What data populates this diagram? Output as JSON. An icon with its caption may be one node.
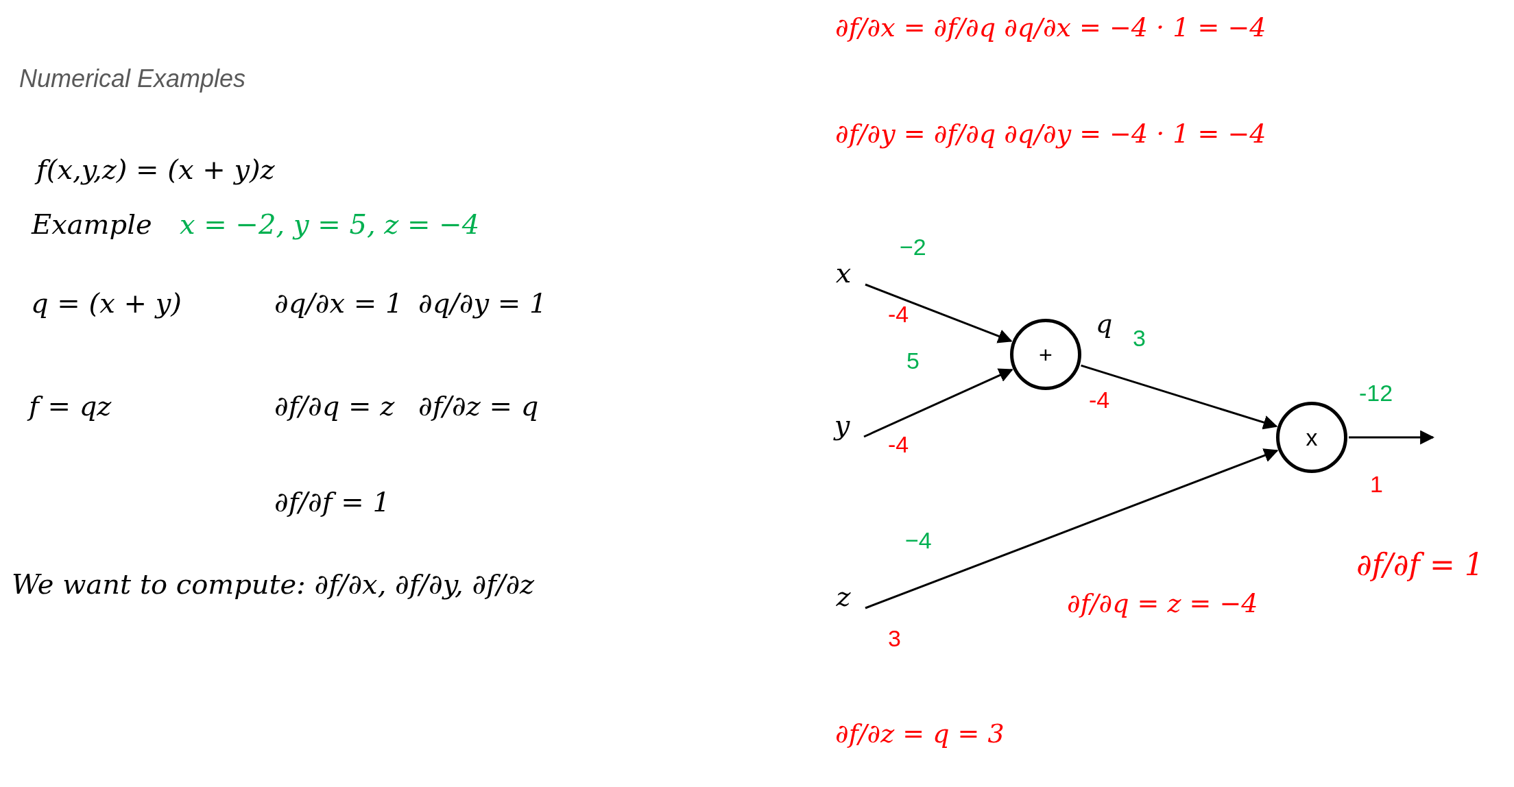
{
  "diagram": {
    "title": "Numerical Examples",
    "nodes": [
      {
        "text": [
          "x"
        ]
      },
      {
        "text": [
          "y"
        ]
      },
      {
        "text": [
          "z"
        ]
      },
      {
        "text": [
          "+"
        ]
      },
      {
        "text": [
          "x"
        ]
      }
    ],
    "edges": [
      {
        "from": 0,
        "to": 3,
        "arrow": "to",
        "label": "−2"
      },
      {
        "from": 1,
        "to": 3,
        "arrow": "to",
        "label": "5"
      },
      {
        "from": 3,
        "to": 4,
        "arrow": "to",
        "label": "3"
      },
      {
        "from": 2,
        "to": 4,
        "arrow": "to",
        "label": "−4"
      },
      {
        "from": 4,
        "to": null,
        "arrow": "to",
        "label": "-12"
      }
    ],
    "labels": [
      "f(x,y,z) = (x + y)z",
      "Example",
      "x = −2, y = 5, z = −4",
      "q = (x + y)",
      "∂q/∂x = 1",
      "∂q/∂y = 1",
      "f = qz",
      "∂f/∂q = z",
      "∂f/∂z = q",
      "∂f/∂f = 1",
      "We want to compute: ∂f/∂x, ∂f/∂y, ∂f/∂z",
      "∂f/∂x = ∂f/∂q ∂q/∂x = −4 · 1 = −4",
      "∂f/∂y = ∂f/∂q ∂q/∂y = −4 · 1 = −4",
      "-4",
      "q",
      "-4",
      "-4",
      "3",
      "1",
      "∂f/∂q = z = −4",
      "∂f/∂f = 1",
      "∂f/∂z = q = 3"
    ]
  }
}
